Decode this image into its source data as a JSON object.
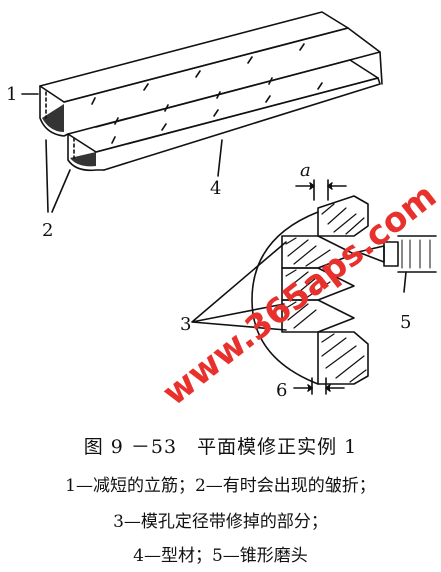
{
  "figure": {
    "labels": {
      "l1": "1",
      "l2": "2",
      "l3": "3",
      "l4": "4",
      "l5": "5",
      "l6": "6",
      "la": "a"
    },
    "watermark": "www.365aps.com"
  },
  "caption": {
    "title": "图 9 －53　平面模修正实例 1",
    "line1": "1—减短的立筋；2—有时会出现的皱折；",
    "line2": "3—模孔定径带修掉的部分；",
    "line3": "4—型材；5—锥形磨头"
  }
}
